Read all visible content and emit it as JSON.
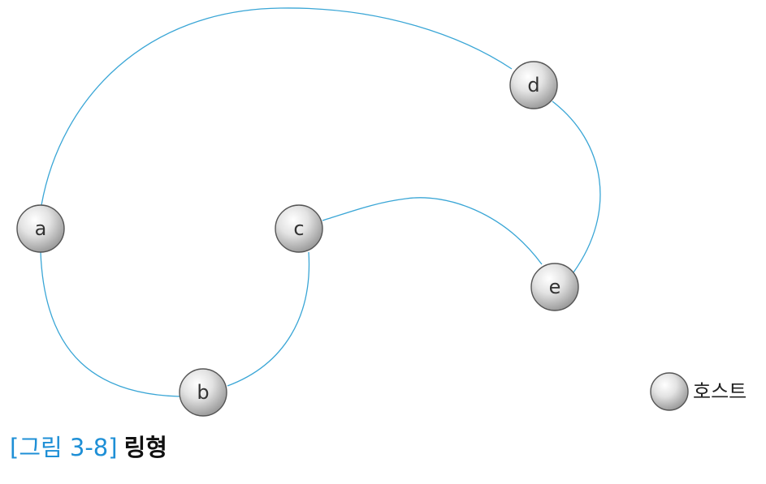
{
  "diagram": {
    "nodes": [
      {
        "id": "a",
        "label": "a"
      },
      {
        "id": "b",
        "label": "b"
      },
      {
        "id": "c",
        "label": "c"
      },
      {
        "id": "d",
        "label": "d"
      },
      {
        "id": "e",
        "label": "e"
      }
    ],
    "edges": [
      {
        "from": "a",
        "to": "d"
      },
      {
        "from": "d",
        "to": "e"
      },
      {
        "from": "e",
        "to": "c"
      },
      {
        "from": "c",
        "to": "b"
      },
      {
        "from": "b",
        "to": "a"
      }
    ],
    "legend": {
      "label": "호스트"
    }
  },
  "caption": {
    "figure": "[그림 3-8]",
    "title": "링형"
  },
  "colors": {
    "edge": "#3aa6d6",
    "node_stroke": "#555555",
    "accent": "#1e8fd6"
  }
}
